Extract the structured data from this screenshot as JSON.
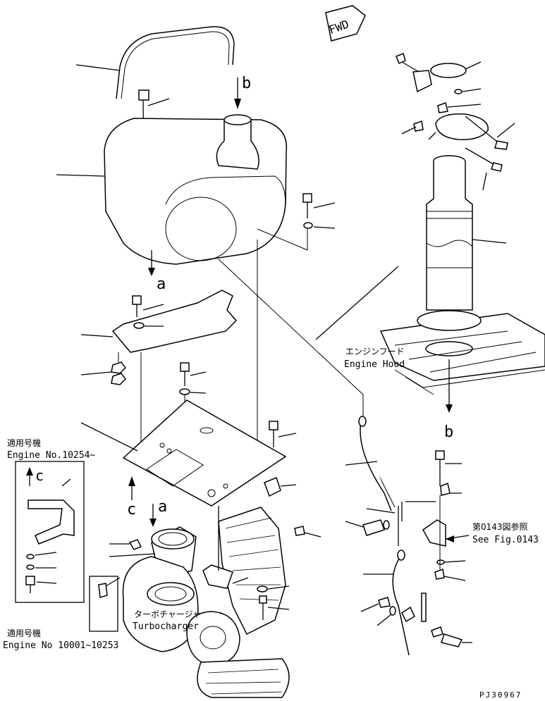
{
  "drawing": {
    "fwd_label": "FWD",
    "view_a": "a",
    "view_b": "b",
    "view_c": "c",
    "engine_hood_jp": "エンジンフード",
    "engine_hood_en": "Engine Hood",
    "turbo_jp": "ターボチャージャ",
    "turbo_en": "Turbocharger",
    "ref_jp": "第0143図参照",
    "ref_en": "See Fig.0143",
    "applic1_jp": "適用号機",
    "applic1_en": "Engine No.10254~",
    "applic2_jp": "適用号機",
    "applic2_en": "Engine No 10001~10253",
    "drawing_number": "PJ30967"
  }
}
